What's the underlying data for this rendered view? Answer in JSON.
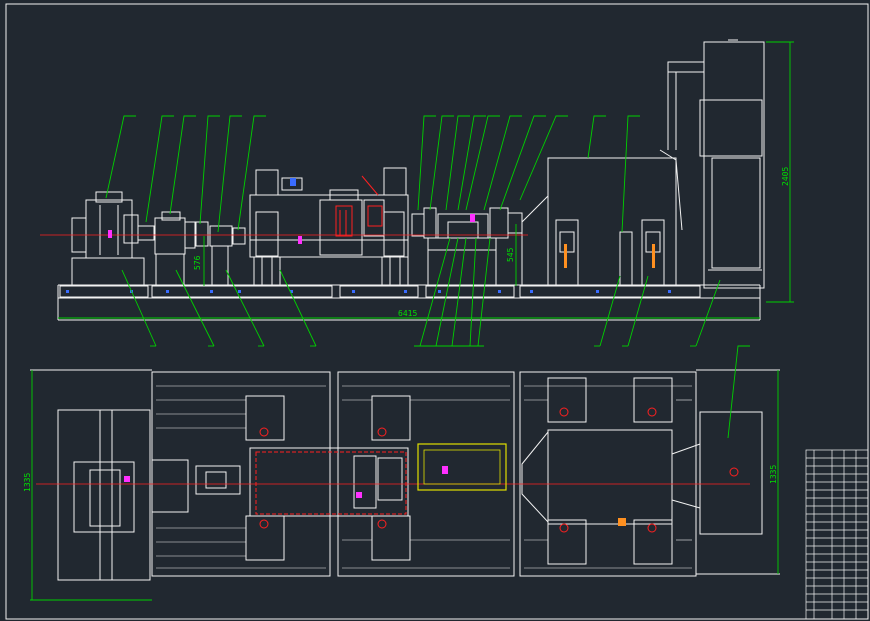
{
  "colors": {
    "background": "#212830",
    "linework": "#f2f2f2",
    "leader": "#00d000",
    "highlight": "#e0e000",
    "accent_red": "#ff2020",
    "accent_magenta": "#ff30ff",
    "accent_blue": "#3a6cff"
  },
  "dimensions": {
    "overall_length": "6415",
    "overall_height": "2405",
    "shaft_height_left": "576",
    "shaft_height_right": "545",
    "plan_width_left": "1335",
    "plan_width_right": "1335"
  }
}
